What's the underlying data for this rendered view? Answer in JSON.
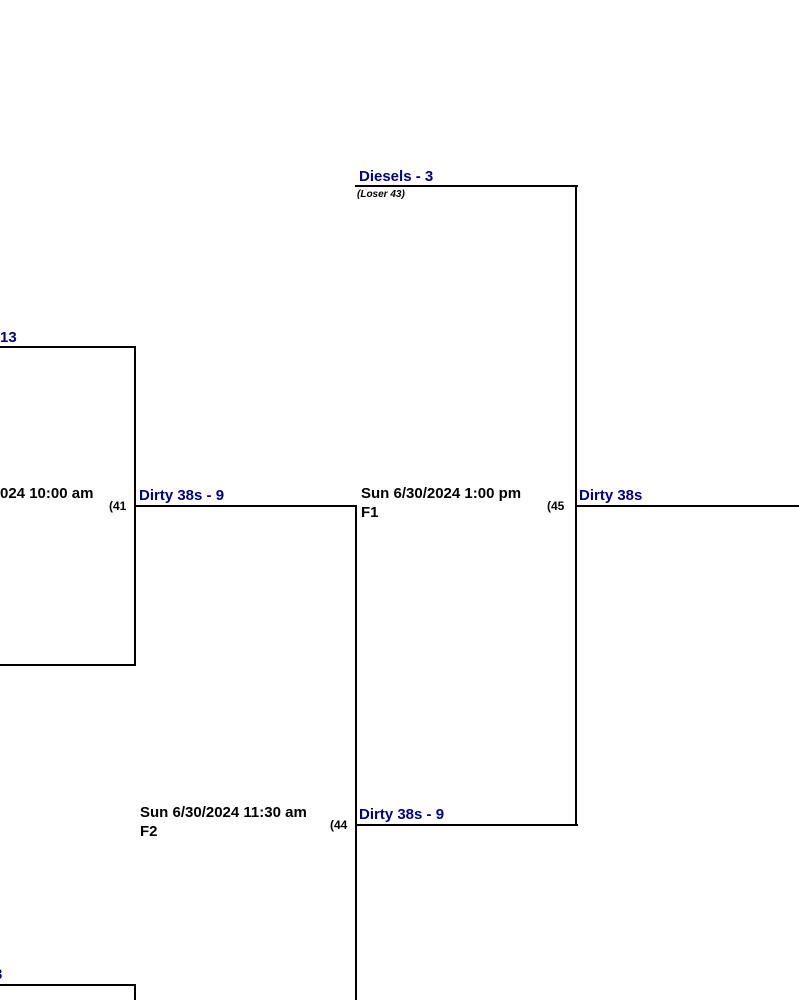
{
  "bracket": {
    "colors": {
      "team_text": "#00008b",
      "lines": "#000000",
      "info_text": "#000000"
    },
    "teams": {
      "top_cut": "13",
      "bottom_cut": "3",
      "diesels": "Diesels - 3",
      "dirty_g41": "Dirty 38s - 9",
      "dirty_g44": "Dirty 38s - 9",
      "dirty_g45": "Dirty 38s"
    },
    "notes": {
      "loser_43": "(Loser 43)"
    },
    "games": {
      "g41": {
        "number": "(41",
        "datetime": "024 10:00 am"
      },
      "g44": {
        "number": "(44",
        "datetime": "Sun 6/30/2024 11:30 am",
        "field": "F2"
      },
      "g45": {
        "number": "(45",
        "datetime": "Sun 6/30/2024 1:00 pm",
        "field": "F1"
      }
    }
  }
}
